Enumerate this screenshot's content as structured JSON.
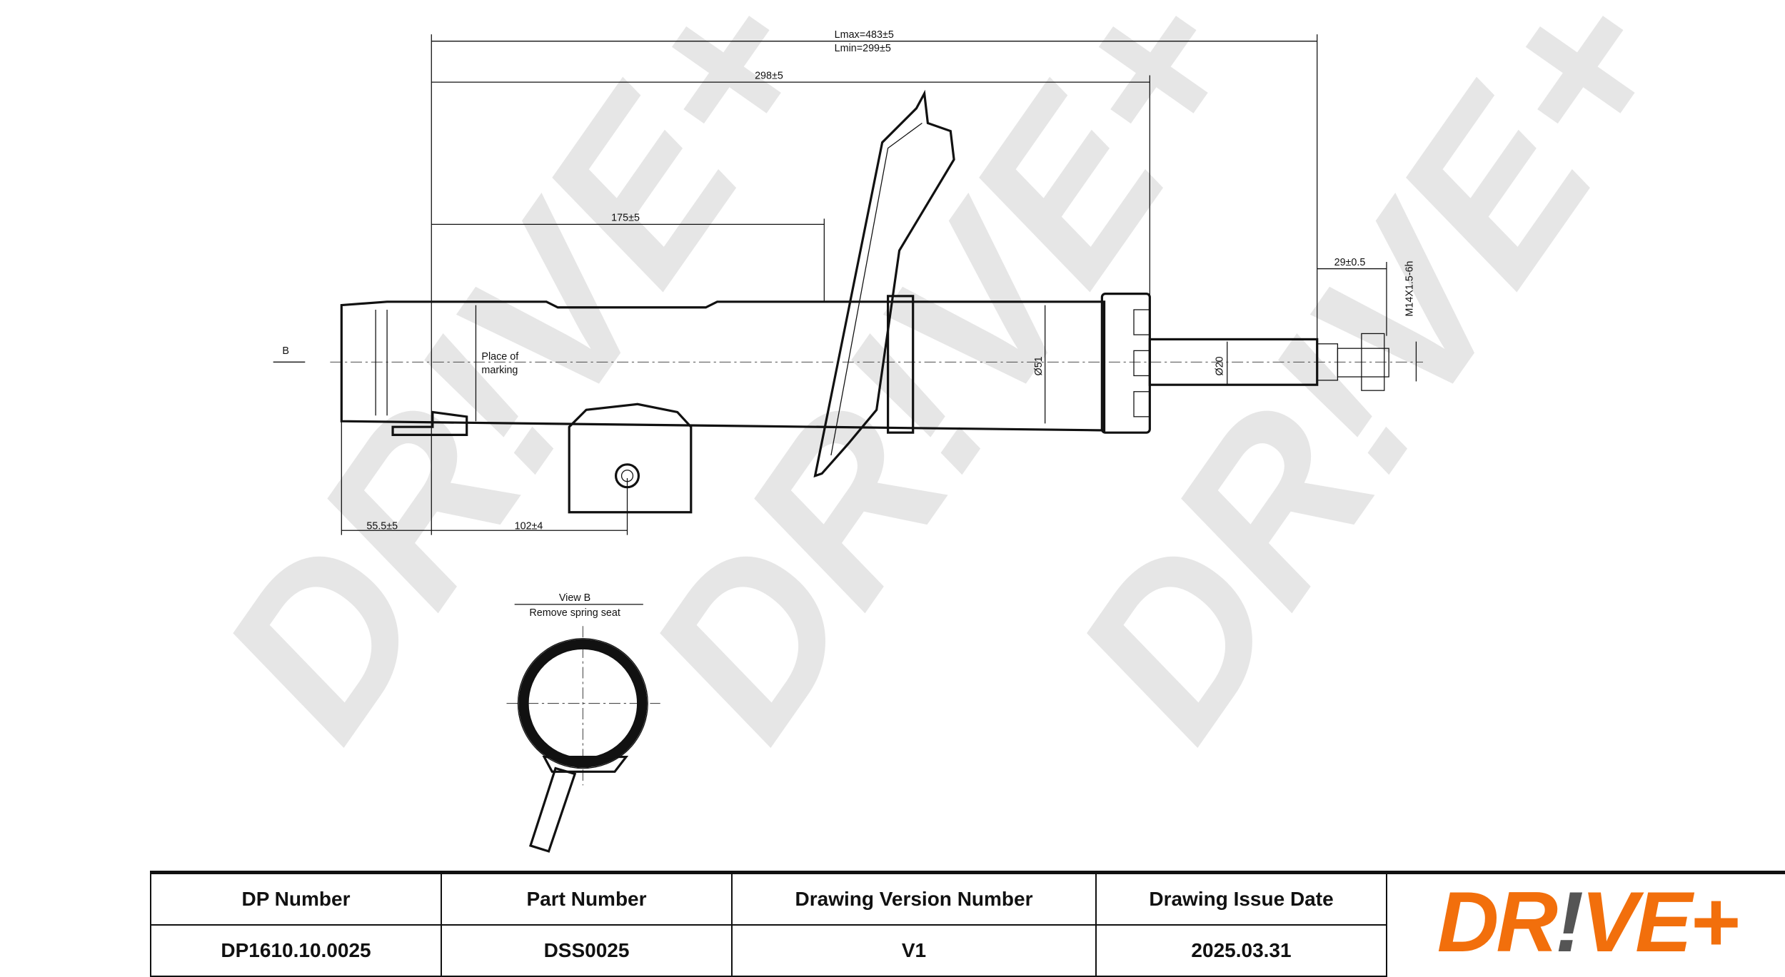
{
  "drawing": {
    "dimensions": {
      "lmax": "Lmax=483±5",
      "lmin": "Lmin=299±5",
      "d298": "298±5",
      "d175": "175±5",
      "d29": "29±0.5",
      "thread": "M14X1.5-6h",
      "d51": "Ø51",
      "d20": "Ø20",
      "d55": "55.5±5",
      "d102": "102±4"
    },
    "view_arrow_label": "B",
    "marking_line1": "Place of",
    "marking_line2": "marking",
    "view_title": "View B",
    "view_subtitle": "Remove spring seat",
    "watermark": "DR!VE+"
  },
  "title_block": {
    "headers": [
      "DP Number",
      "Part Number",
      "Drawing Version Number",
      "Drawing Issue Date"
    ],
    "values": [
      "DP1610.10.0025",
      "DSS0025",
      "V1",
      "2025.03.31"
    ],
    "logo": {
      "main": "DR",
      "bang": "!",
      "rest": "VE+"
    },
    "brand_color": "#f26f0c"
  }
}
